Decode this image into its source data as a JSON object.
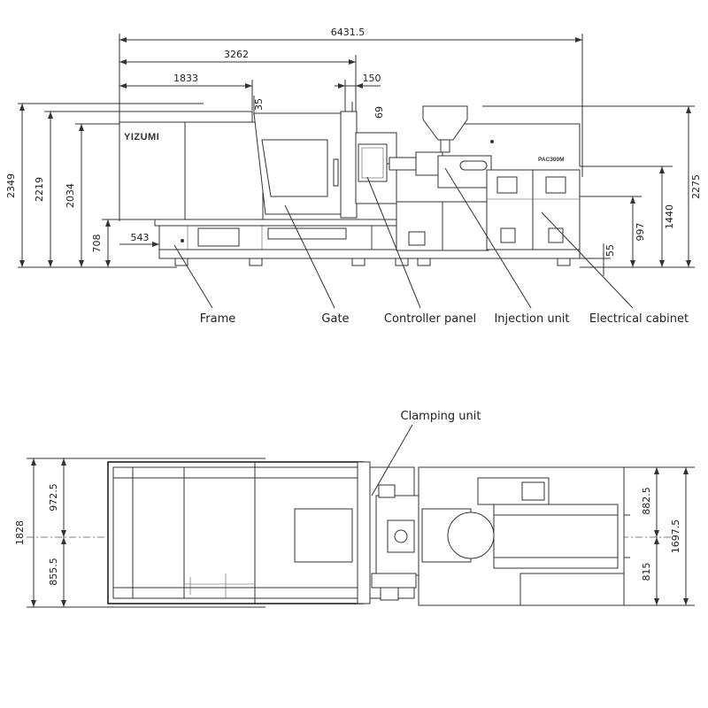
{
  "side_view": {
    "brand": "YIZUMI",
    "model": "PAC300M",
    "dims_horizontal": {
      "overall_length": "6431.5",
      "clamp_length": "3262",
      "tie_section": "1833",
      "offset_150": "150",
      "frame_offset": "543"
    },
    "dims_vertical": {
      "total_height": "2349",
      "height_2219": "2219",
      "height_2034": "2034",
      "frame_height": "708",
      "offset_35": "35",
      "offset_69": "69",
      "height_2275": "2275",
      "height_1440": "1440",
      "height_997": "997",
      "foot_55": "55"
    },
    "callouts": {
      "frame": "Frame",
      "gate": "Gate",
      "controller_panel": "Controller panel",
      "injection_unit": "Injection unit",
      "electrical_cabinet": "Electrical cabinet"
    }
  },
  "top_view": {
    "callouts": {
      "clamping_unit": "Clamping unit"
    },
    "dims": {
      "total_width": "1828",
      "upper_972": "972.5",
      "lower_855": "855.5",
      "upper_882": "882.5",
      "lower_815": "815",
      "total_1697": "1697.5"
    }
  }
}
